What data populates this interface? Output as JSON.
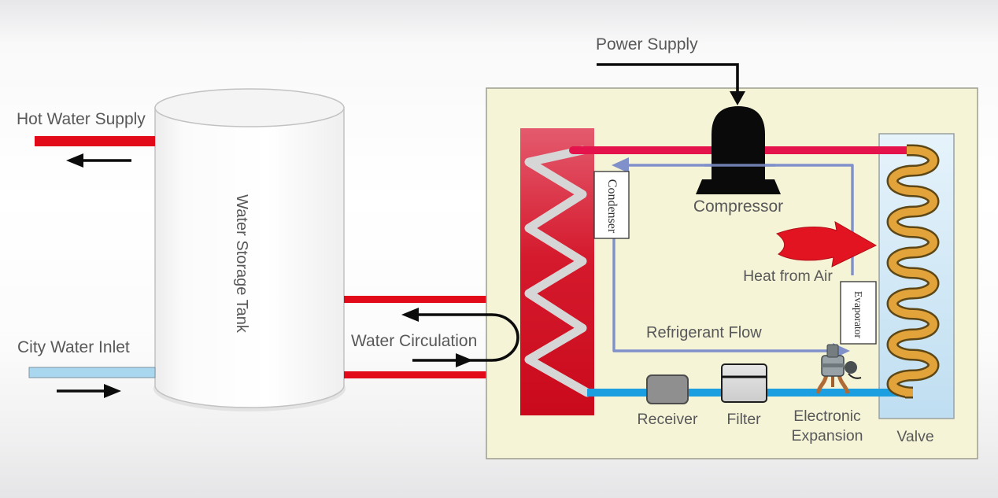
{
  "water_loop": {
    "hot_water_supply_label": "Hot Water Supply",
    "city_water_inlet_label": "City Water Inlet",
    "tank_label": "Water Storage Tank",
    "water_circulation_label": "Water Circulation"
  },
  "heat_pump_unit": {
    "power_supply_label": "Power Supply",
    "compressor_label": "Compressor",
    "condenser_label": "Condenser",
    "evaporator_label": "Evaporator",
    "heat_from_air_label": "Heat from Air",
    "refrigerant_flow_label": "Refrigerant Flow",
    "receiver_label": "Receiver",
    "filter_label": "Filter",
    "expansion_valve_label": "Electronic Expansion",
    "valve_label": "Valve"
  },
  "colors": {
    "hot_water_red": "#e20a18",
    "cold_water_blue": "#a9d7f0",
    "refrigerant_hot_pink": "#e5134b",
    "refrigerant_cold_cyan": "#1b9fe0",
    "flow_line_blue": "#8090cb",
    "heat_arrow_red": "#e31421",
    "condenser_red_top": "#e45a6e",
    "condenser_red_bottom": "#ca0a1c",
    "evaporator_blue": "#c2e0f2",
    "coil_gold": "#e2a33a",
    "coil_zigzag_gray": "#d6d6d6",
    "unit_fill_yellow": "#f5f4d6",
    "unit_border": "#9d9d8f",
    "arrow_black": "#0c0c0c",
    "label_text_gray": "#58585a"
  }
}
